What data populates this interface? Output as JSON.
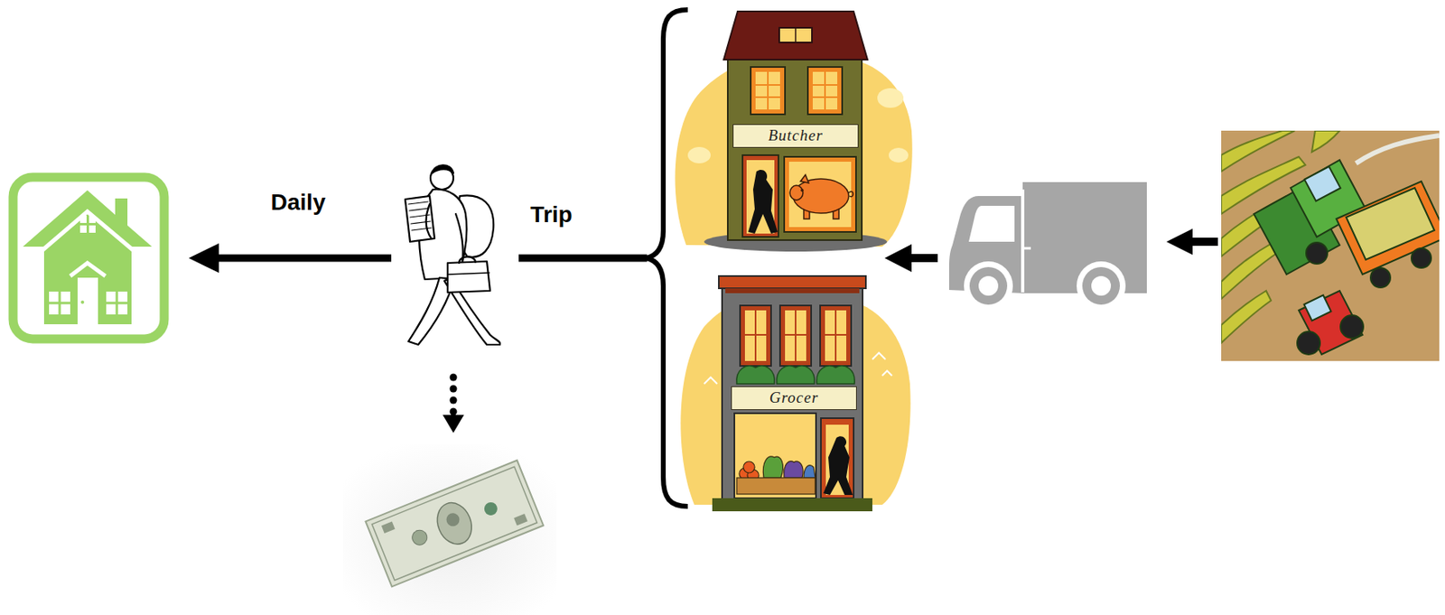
{
  "diagram": {
    "nodes": [
      {
        "text": [
          "Butcher"
        ]
      },
      {
        "text": [
          "Grocer"
        ]
      }
    ],
    "labels": [
      "Daily",
      "Trip"
    ]
  }
}
